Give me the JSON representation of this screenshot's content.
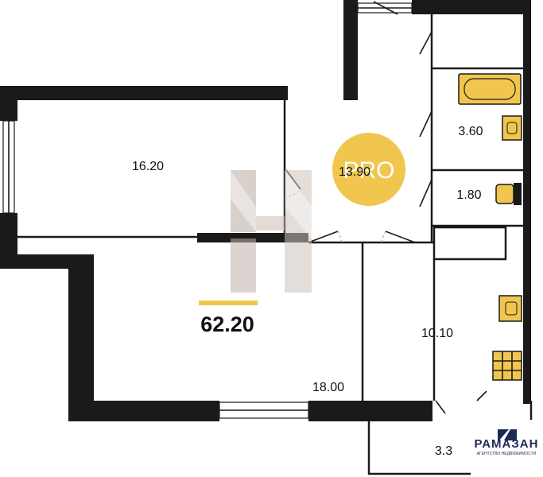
{
  "plan": {
    "total_area": "62.20",
    "rooms": [
      {
        "id": "living",
        "area": "16.20"
      },
      {
        "id": "hall",
        "area": "13.90"
      },
      {
        "id": "bath",
        "area": "3.60"
      },
      {
        "id": "wc",
        "area": "1.80"
      },
      {
        "id": "bedroom",
        "area": "18.00"
      },
      {
        "id": "kitchen",
        "area": "10.10"
      },
      {
        "id": "balcony",
        "area": "3.3"
      }
    ]
  },
  "badge": {
    "text": "PRO",
    "color": "#f0c64e"
  },
  "logo": {
    "name": "РАМАЗАН",
    "tagline": "АГЕНТСТВО НЕДВИЖИМОСТИ",
    "color": "#1d2a55"
  },
  "colors": {
    "accent": "#f0c64e",
    "wall": "#1a1a1a"
  },
  "icons": [
    "bathtub-icon",
    "sink-icon",
    "toilet-icon",
    "stove-icon",
    "watermark-logo-icon",
    "brand-logo-icon"
  ]
}
